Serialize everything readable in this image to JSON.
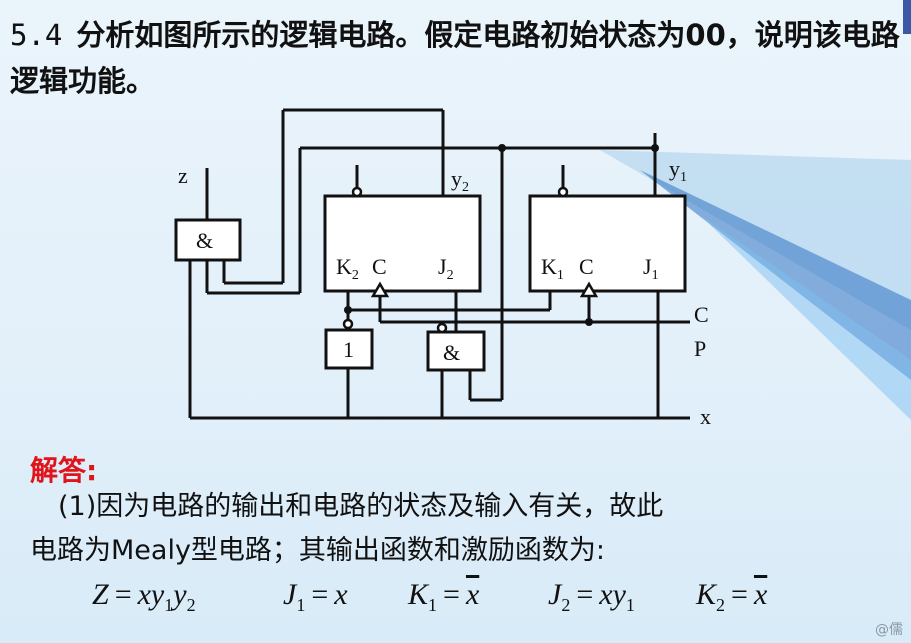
{
  "title": {
    "number": "5.4",
    "text": "分析如图所示的逻辑电路。假定电路初始状态为00，说明该电路逻辑功能。"
  },
  "diagram": {
    "input_z": "z",
    "and_gate_label": "&",
    "not_gate_label": "1",
    "ff2": {
      "k": "K",
      "k_sub": "2",
      "c": "C",
      "j": "J",
      "j_sub": "2",
      "output": "y",
      "output_sub": "2"
    },
    "ff1": {
      "k": "K",
      "k_sub": "1",
      "c": "C",
      "j": "J",
      "j_sub": "1",
      "output": "y",
      "output_sub": "1"
    },
    "cp_c": "C",
    "cp_p": "P",
    "input_x": "x"
  },
  "answer": {
    "heading": "解答:",
    "line1": "(1)因为电路的输出和电路的状态及输入有关，故此",
    "line2": "电路为Mealy型电路；其输出函数和激励函数为:"
  },
  "equations": {
    "z": {
      "lhs": "Z",
      "eq": "=",
      "rhs": "xy",
      "s1": "1",
      "rhs2": "y",
      "s2": "2"
    },
    "j1": {
      "lhs": "J",
      "sub": "1",
      "eq": "=",
      "rhs": "x"
    },
    "k1": {
      "lhs": "K",
      "sub": "1",
      "eq": "=",
      "rhs": "x"
    },
    "j2": {
      "lhs": "J",
      "sub": "2",
      "eq": "=",
      "rhs": "xy",
      "s1": "1"
    },
    "k2": {
      "lhs": "K",
      "sub": "2",
      "eq": "=",
      "rhs": "x"
    }
  },
  "watermark": "@儒"
}
